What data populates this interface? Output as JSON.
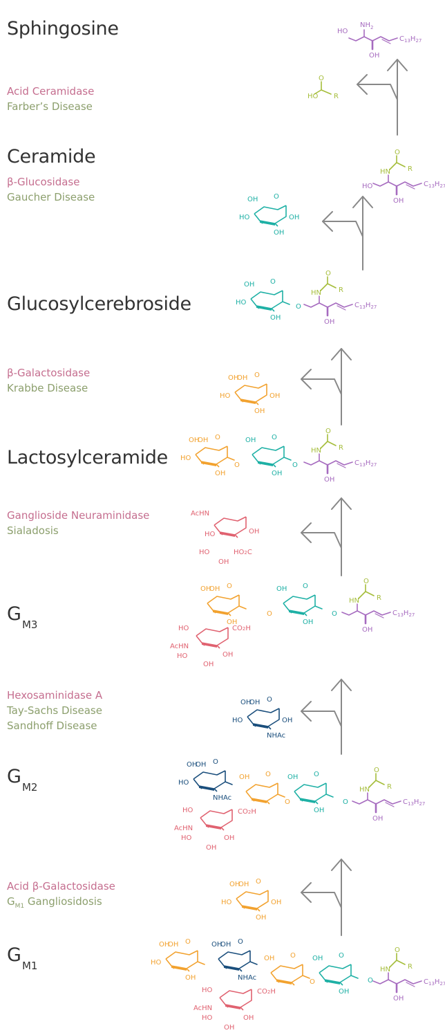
{
  "colors": {
    "sphingosine": "#a66bbf",
    "fatty_acid": "#a5bd3a",
    "glucose": "#1eb0a5",
    "galactose": "#f2a22f",
    "sialic": "#e06270",
    "galnac": "#1a4e7c",
    "arrow": "#888888",
    "enzyme": "#c56e8f",
    "disease": "#8c9f6d",
    "title": "#333333"
  },
  "compounds": [
    {
      "name": "Sphingosine"
    },
    {
      "name": "Ceramide"
    },
    {
      "name": "Glucosylcerebroside"
    },
    {
      "name": "Lactosylceramide"
    },
    {
      "name": "G",
      "sub": "M3"
    },
    {
      "name": "G",
      "sub": "M2"
    },
    {
      "name": "G",
      "sub": "M1"
    }
  ],
  "steps": [
    {
      "enzyme": "Acid Ceramidase",
      "diseases": [
        "Farber’s Disease"
      ]
    },
    {
      "enzyme": "β-Glucosidase",
      "diseases": [
        "Gaucher Disease"
      ]
    },
    {
      "enzyme": "β-Galactosidase",
      "diseases": [
        "Krabbe Disease"
      ]
    },
    {
      "enzyme": "Ganglioside Neuraminidase",
      "diseases": [
        "Sialadosis"
      ]
    },
    {
      "enzyme": "Hexosaminidase A",
      "diseases": [
        "Tay-Sachs Disease",
        "Sandhoff Disease"
      ]
    },
    {
      "enzyme": "Acid β-Galactosidase",
      "disease_prefix": "G",
      "disease_sub": "M1",
      "diseases": [
        "Gangliosidosis"
      ]
    }
  ],
  "atoms": {
    "ho": "HO",
    "oh": "OH",
    "o": "O",
    "r": "R",
    "hn": "HN",
    "nh2": "NH",
    "nh2_sub": "2",
    "nhac": "NHAc",
    "achn": "AcHN",
    "chain": "C",
    "chain_sub1": "13",
    "chain_sub2": "H",
    "chain_sub3": "27",
    "co2h": "CO",
    "co2h_sub": "2",
    "co2h_end": "H",
    "ho2c": "HO",
    "ho2c_sub": "2",
    "ho2c_end": "C"
  }
}
